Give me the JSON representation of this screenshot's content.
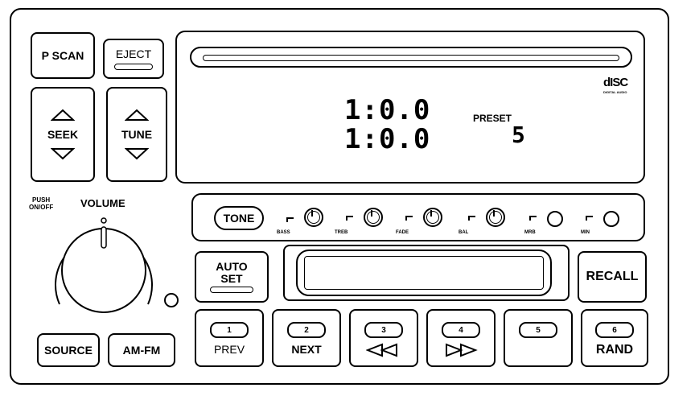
{
  "buttons": {
    "pscan": "P SCAN",
    "eject": "EJECT",
    "seek": "SEEK",
    "tune": "TUNE",
    "auto_set_line1": "AUTO",
    "auto_set_line2": "SET",
    "recall": "RECALL",
    "source": "SOURCE",
    "am_fm": "AM-FM",
    "tone": "TONE"
  },
  "volume": {
    "push_line1": "PUSH",
    "push_line2": "ON/OFF",
    "label": "VOLUME"
  },
  "display": {
    "time_top": "1:0.0",
    "time_bottom": "1:0.0",
    "preset_label": "PRESET",
    "preset_number": "5",
    "logo_main": "dISC",
    "logo_sub": "DIGITAL AUDIO"
  },
  "tone_controls": [
    {
      "label": "BASS"
    },
    {
      "label": "TREB"
    },
    {
      "label": "FADE"
    },
    {
      "label": "BAL"
    },
    {
      "label": "MRB"
    },
    {
      "label": "MIN"
    }
  ],
  "presets": [
    {
      "number": "1",
      "label": "PREV"
    },
    {
      "number": "2",
      "label": "NEXT"
    },
    {
      "number": "3",
      "label": ""
    },
    {
      "number": "4",
      "label": ""
    },
    {
      "number": "5",
      "label": ""
    },
    {
      "number": "6",
      "label": "RAND"
    }
  ]
}
